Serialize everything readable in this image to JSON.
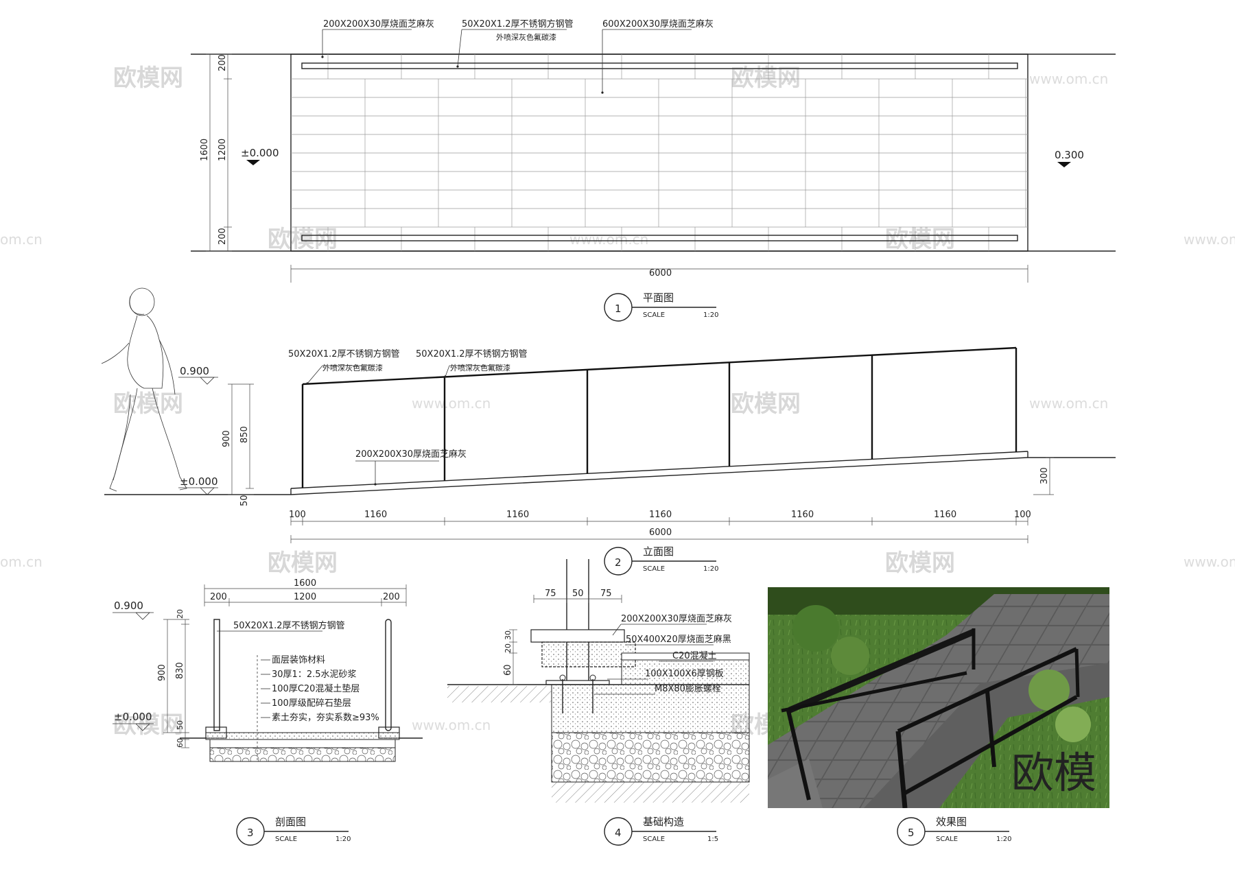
{
  "watermarks": {
    "brand": "欧模网",
    "site": "www.om.cn",
    "site_short": "om.cn",
    "photo_mark": "欧模"
  },
  "plan": {
    "notes": {
      "paving_small": "200X200X30厚烧面芝麻灰",
      "tube_1": "50X20X1.2厚不锈钢方钢管",
      "tube_2": "外喷深灰色氟碳漆",
      "paving_large": "600X200X30厚烧面芝麻灰"
    },
    "dims": {
      "top": "200",
      "mid": "1200",
      "bot": "200",
      "total": "1600",
      "length": "6000"
    },
    "levels": {
      "left": "±0.000",
      "right": "0.300"
    },
    "title": {
      "num": "1",
      "name": "平面图",
      "scale_label": "SCALE",
      "scale": "1:20"
    }
  },
  "elevation": {
    "notes": {
      "tube_a1": "50X20X1.2厚不锈钢方钢管",
      "tube_a2": "外喷深灰色氟碳漆",
      "tube_b1": "50X20X1.2厚不锈钢方钢管",
      "tube_b2": "外喷深灰色氟碳漆",
      "base": "200X200X30厚烧面芝麻灰"
    },
    "levels": {
      "top": "0.900",
      "bottom": "±0.000"
    },
    "dims": {
      "h900": "900",
      "h850": "850",
      "h50": "50",
      "h300": "300",
      "seg_edge_l": "100",
      "seg_1": "1160",
      "seg_2": "1160",
      "seg_3": "1160",
      "seg_4": "1160",
      "seg_5": "1160",
      "seg_edge_r": "100",
      "total": "6000"
    },
    "title": {
      "num": "2",
      "name": "立面图",
      "scale_label": "SCALE",
      "scale": "1:20"
    }
  },
  "section": {
    "dims": {
      "total": "1600",
      "left": "200",
      "mid": "1200",
      "right": "200",
      "h20": "20",
      "h830": "830",
      "h900": "900",
      "h50": "50",
      "h60": "60"
    },
    "levels": {
      "top": "0.900",
      "bottom": "±0.000"
    },
    "notes": {
      "tube": "50X20X1.2厚不锈钢方钢管",
      "layer1": "面层装饰材料",
      "layer2": "30厚1：2.5水泥砂浆",
      "layer3": "100厚C20混凝土垫层",
      "layer4": "100厚级配碎石垫层",
      "layer5": "素土夯实，夯实系数≥93%"
    },
    "title": {
      "num": "3",
      "name": "剖面图",
      "scale_label": "SCALE",
      "scale": "1:20"
    }
  },
  "detail": {
    "dims": {
      "w75a": "75",
      "w50": "50",
      "w75b": "75",
      "h20": "20",
      "h30": "30",
      "h60": "60"
    },
    "notes": {
      "n1": "200X200X30厚烧面芝麻灰",
      "n2": "50X400X20厚烧面芝麻黑",
      "n3": "C20混凝土",
      "n4": "100X100X6厚钢板",
      "n5": "M8X80膨胀螺栓"
    },
    "title": {
      "num": "4",
      "name": "基础构造",
      "scale_label": "SCALE",
      "scale": "1:5"
    }
  },
  "render": {
    "title": {
      "num": "5",
      "name": "效果图",
      "scale_label": "SCALE",
      "scale": "1:20"
    }
  }
}
